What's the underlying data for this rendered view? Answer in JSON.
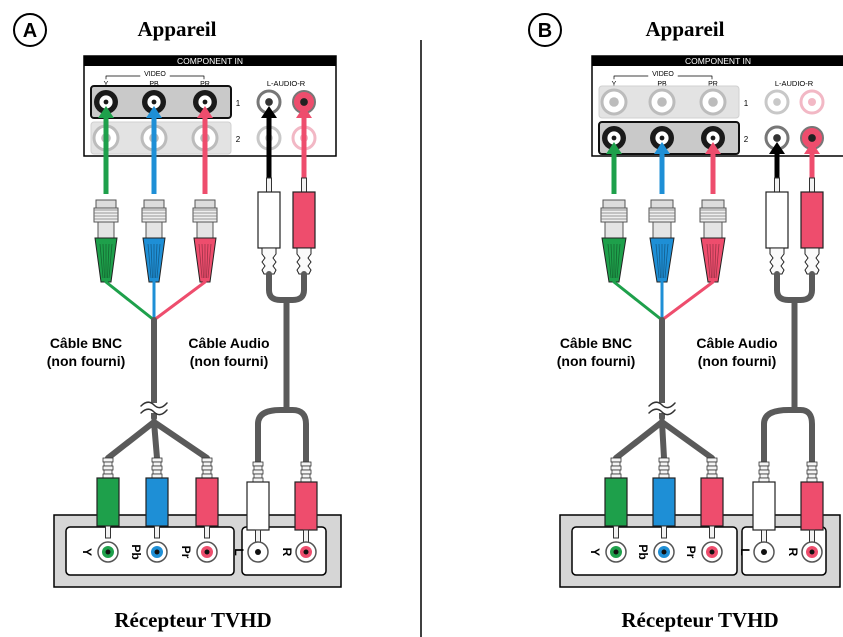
{
  "colors": {
    "green": "#1ea04b",
    "blue": "#1e8fd6",
    "red": "#ee4d6d",
    "white": "#ffffff",
    "cable": "#5a5a5a",
    "panel": "#d6d6d6",
    "black": "#000000"
  },
  "panels": [
    {
      "badge": "A",
      "device_title": "Appareil",
      "component_in": "COMPONENT IN",
      "video_label": "VIDEO",
      "video_channels": [
        "Y",
        "PB",
        "PR"
      ],
      "audio_label": "L-AUDIO-R",
      "row_numbers": [
        "1",
        "2"
      ],
      "active_row": "1",
      "bnc_cable_label": [
        "Câble BNC",
        "(non fourni)"
      ],
      "audio_cable_label": [
        "Câble Audio",
        "(non fourni)"
      ],
      "receiver_ports": [
        "Y",
        "Pb",
        "Pr",
        "L",
        "R"
      ],
      "receiver_title": "Récepteur TVHD"
    },
    {
      "badge": "B",
      "device_title": "Appareil",
      "component_in": "COMPONENT IN",
      "video_label": "VIDEO",
      "video_channels": [
        "Y",
        "PB",
        "PR"
      ],
      "audio_label": "L-AUDIO-R",
      "row_numbers": [
        "1",
        "2"
      ],
      "active_row": "2",
      "bnc_cable_label": [
        "Câble BNC",
        "(non fourni)"
      ],
      "audio_cable_label": [
        "Câble Audio",
        "(non fourni)"
      ],
      "receiver_ports": [
        "Y",
        "Pb",
        "Pr",
        "L",
        "R"
      ],
      "receiver_title": "Récepteur TVHD"
    }
  ]
}
